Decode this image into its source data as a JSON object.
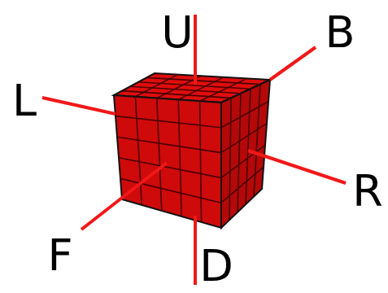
{
  "diagram": {
    "labels": [
      "U",
      "B",
      "L",
      "R",
      "F",
      "D"
    ]
  }
}
